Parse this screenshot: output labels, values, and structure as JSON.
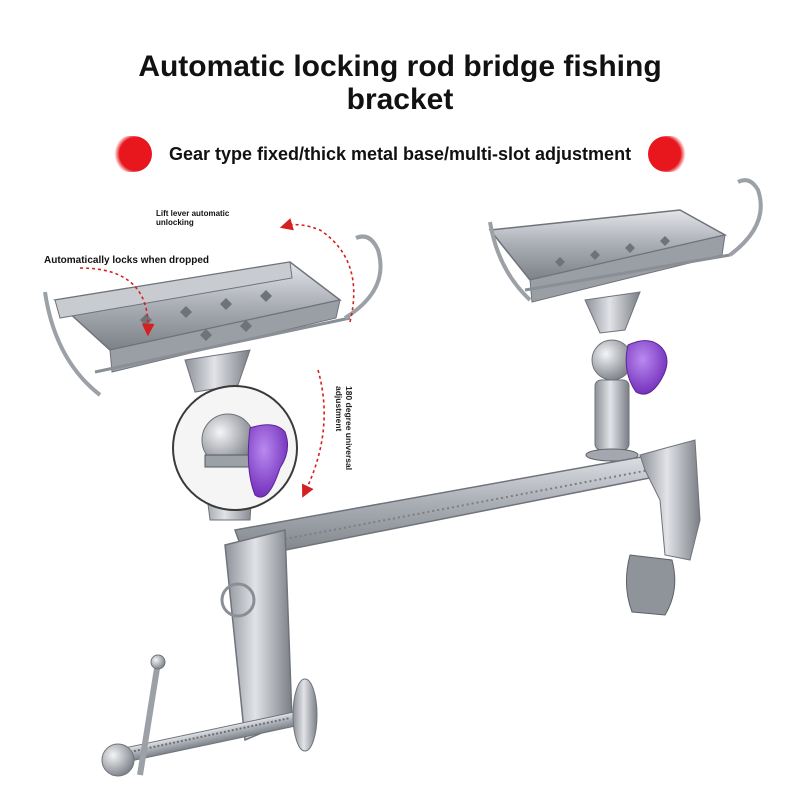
{
  "header": {
    "title_line1": "Automatic locking rod bridge fishing",
    "title_line2": "bracket"
  },
  "banner": {
    "text": "Gear type fixed/thick metal base/multi-slot adjustment",
    "color": "#e8161d"
  },
  "annotations": {
    "lift_lever": "Lift lever automatic unlocking",
    "auto_lock": "Automatically locks when dropped",
    "rotation": "180 degree universal adjustment"
  },
  "colors": {
    "metal": "#b9bcc2",
    "knob": "#8a3fd1",
    "arrow": "#d42020"
  }
}
